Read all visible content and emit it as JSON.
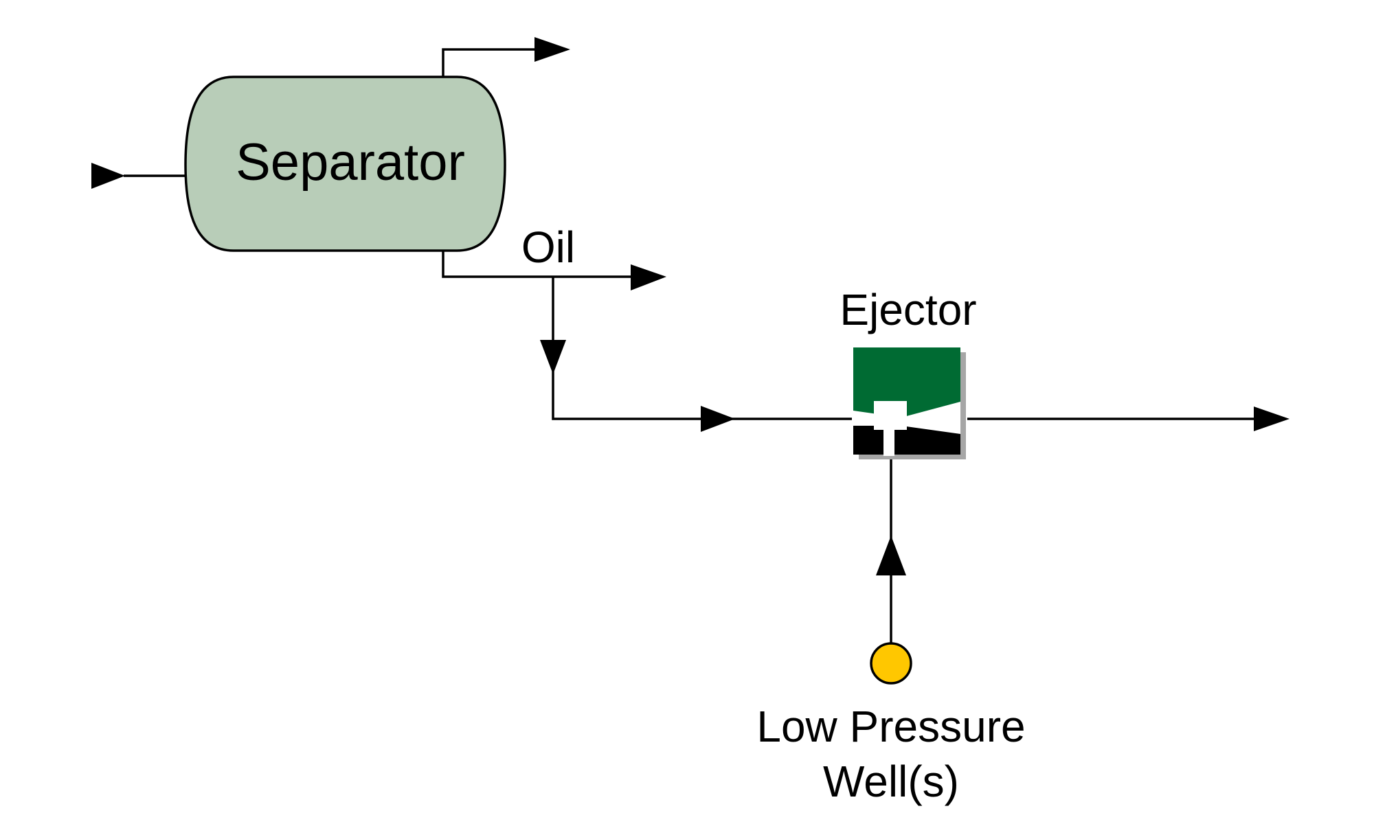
{
  "diagram": {
    "separator": {
      "label": "Separator",
      "fill": "#B8CDB8"
    },
    "oil": {
      "label": "Oil"
    },
    "ejector": {
      "label": "Ejector",
      "top_color": "#006B33",
      "bottom_color": "#000000",
      "shadow_color": "#A6A6A6"
    },
    "well": {
      "label_line1": "Low Pressure",
      "label_line2": "Well(s)",
      "fill": "#FFC700"
    }
  }
}
